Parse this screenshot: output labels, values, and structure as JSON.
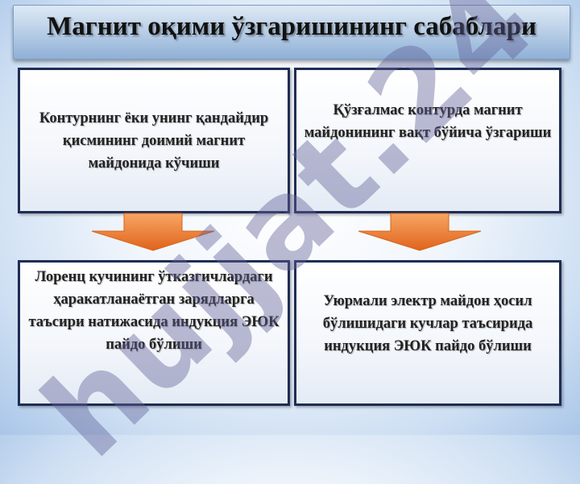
{
  "slide": {
    "title": "Магнит оқими ўзгаришининг сабаблари",
    "boxes": {
      "top_left": "Контурнинг ёки унинг қандайдир қисмининг доимий магнит майдонида кўчиши",
      "top_right": "Қўзғалмас контурда магнит майдонининг вақт бўйича ўзгариши",
      "bottom_left": "Лоренц кучининг ўтказгичлардаги ҳаракатланаётган зарядларга таъсири натижасида индукция ЭЮК пайдо бўлиши",
      "bottom_right": "Уюрмали электр майдон ҳосил бўлишидаги кучлар таъсирида индукция ЭЮК пайдо бўлиши"
    },
    "watermark": "hujjat.24",
    "arrow_icon": "down-arrow-icon",
    "colors": {
      "box_border": "#1f2d55",
      "arrow": "#f07b28",
      "watermark": "#5f5f96"
    }
  }
}
